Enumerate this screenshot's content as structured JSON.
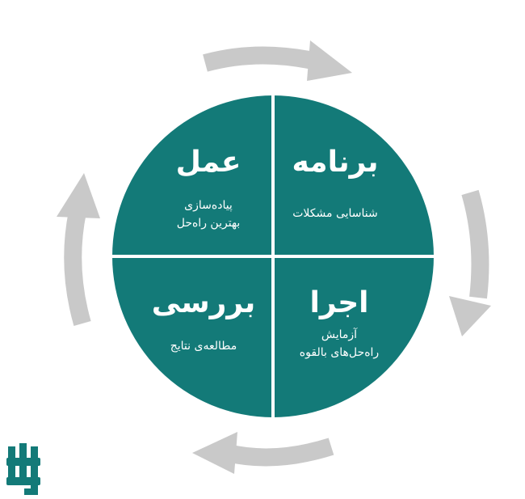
{
  "colors": {
    "circle_fill": "#137a78",
    "divider": "#ffffff",
    "arrow": "#c9c9c9",
    "logo": "#137a78",
    "text": "#ffffff"
  },
  "quadrants": {
    "top_right": {
      "title": "برنامه",
      "lines": [
        "شناسایی مشکلات"
      ]
    },
    "top_left": {
      "title": "عمل",
      "lines": [
        "پیاده‌سازی",
        "بهترین راه‌حل"
      ]
    },
    "bottom_right": {
      "title": "اجرا",
      "lines": [
        "آزمایش",
        "راه‌حل‌های بالقوه"
      ]
    },
    "bottom_left": {
      "title": "بررسی",
      "lines": [
        "مطالعه‌ی نتایج"
      ]
    }
  },
  "cycle": {
    "direction": "clockwise",
    "arrow_icons": [
      "curved-arrow-icon",
      "curved-arrow-icon",
      "curved-arrow-icon",
      "curved-arrow-icon"
    ]
  },
  "logo": {
    "icon": "brand-logo-icon"
  }
}
